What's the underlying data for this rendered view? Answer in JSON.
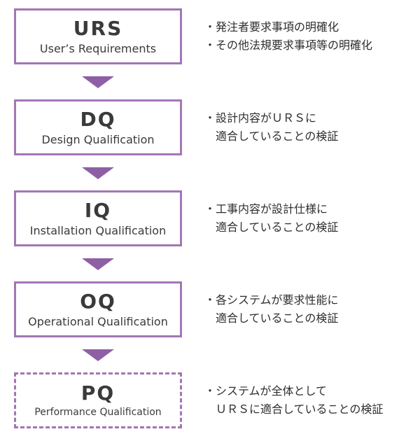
{
  "steps": [
    {
      "acronym": "URS",
      "name": "User’s Requirements",
      "dashed": false,
      "lines": [
        "・発注者要求事項の明確化",
        "・その他法規要求事項等の明確化"
      ]
    },
    {
      "acronym": "DQ",
      "name": "Design Qualification",
      "dashed": false,
      "lines": [
        "・設計内容がＵＲＳに",
        "適合していることの検証"
      ]
    },
    {
      "acronym": "IQ",
      "name": "Installation Qualification",
      "dashed": false,
      "lines": [
        "・工事内容が設計仕様に",
        "適合していることの検証"
      ]
    },
    {
      "acronym": "OQ",
      "name": "Operational Qualification",
      "dashed": false,
      "lines": [
        "・各システムが要求性能に",
        "適合していることの検証"
      ]
    },
    {
      "acronym": "PQ",
      "name": "Performance Qualification",
      "dashed": true,
      "lines": [
        "・システムが全体として",
        "ＵＲＳに適合していることの検証"
      ]
    }
  ],
  "colors": {
    "accent": "#a276b4",
    "arrow": "#8f5fa5",
    "text": "#2e2e2e"
  }
}
